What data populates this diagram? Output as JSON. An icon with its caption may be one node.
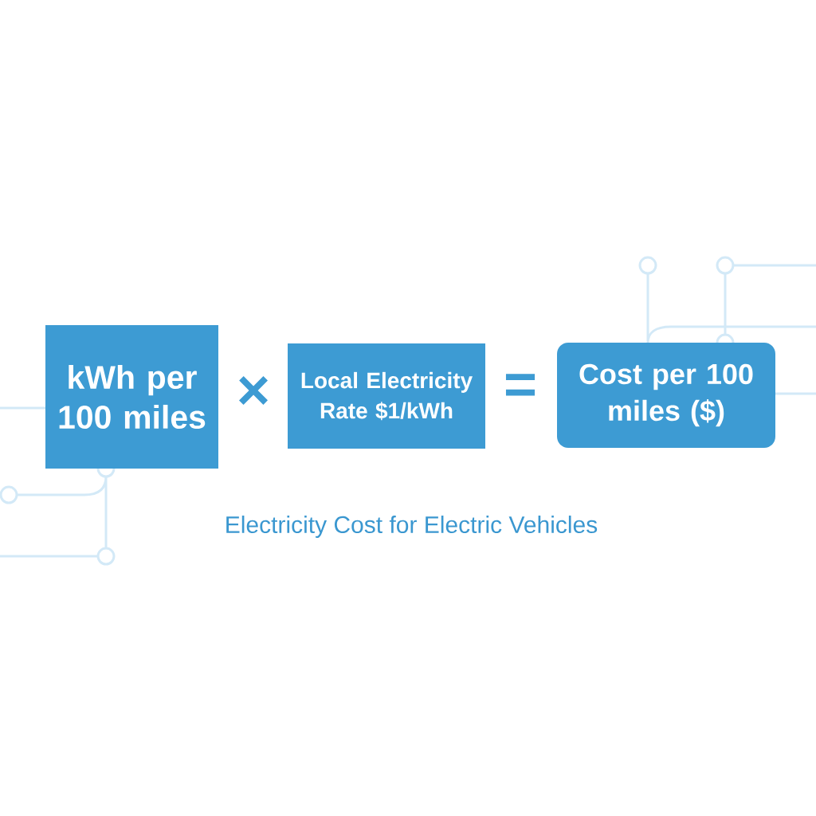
{
  "diagram": {
    "caption": "Electricity Cost for Electric Vehicles",
    "nodes": [
      {
        "text": [
          "kWh per 100 miles"
        ]
      },
      {
        "text": [
          "Local Electricity Rate $1/kWh"
        ]
      },
      {
        "text": [
          "Cost per 100 miles ($)"
        ]
      }
    ],
    "labels": [
      "×",
      "="
    ]
  }
}
